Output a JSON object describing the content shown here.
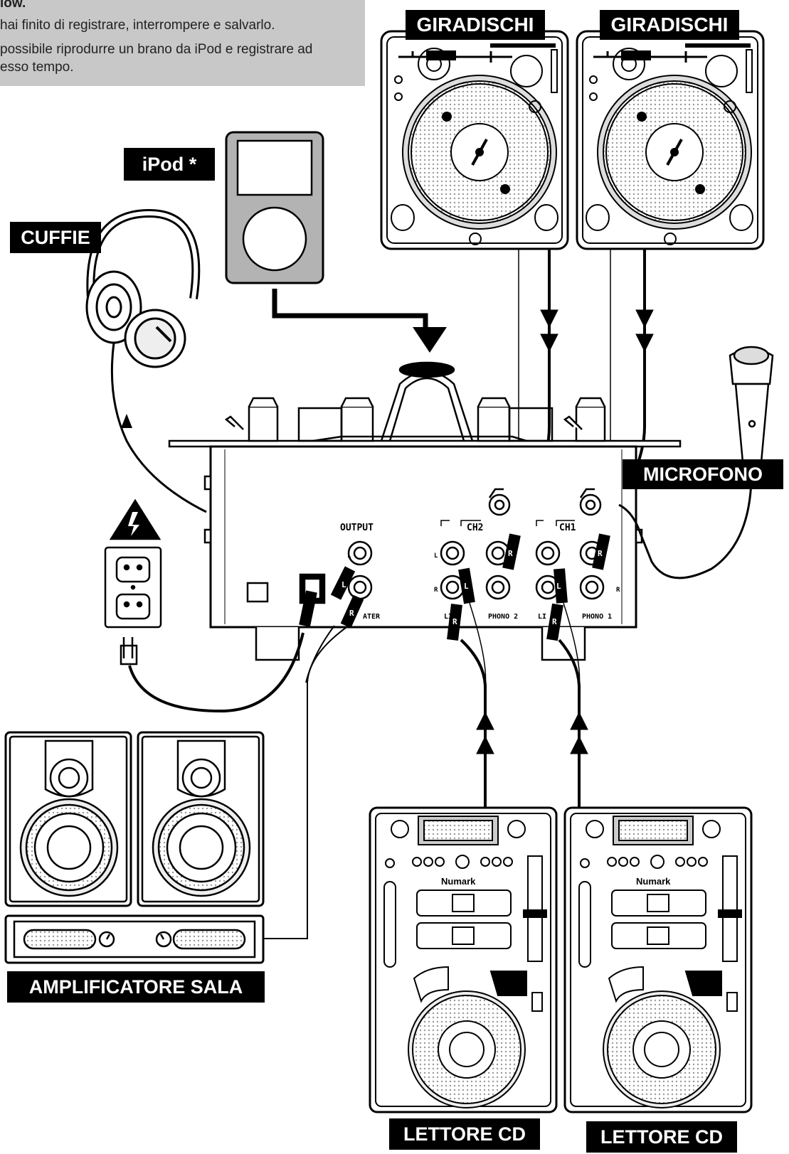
{
  "note": {
    "lines": [
      "low.",
      "hai finito di registrare, interrompere e salvarlo.",
      "possibile riprodurre un brano da iPod e registrare ad",
      "esso tempo."
    ]
  },
  "labels": {
    "turntable_left": "GIRADISCHI",
    "turntable_right": "GIRADISCHI",
    "ipod": "iPod *",
    "headphones": "CUFFIE",
    "microphone": "MICROFONO",
    "amplifier": "AMPLIFICATORE SALA",
    "cd_left": "LETTORE CD",
    "cd_right": "LETTORE CD"
  },
  "mixer_panel": {
    "output": "OUTPUT",
    "ch2": "CH2",
    "ch1": "CH1",
    "phono2": "PHONO 2",
    "phono1": "PHONO 1",
    "master": "ATER",
    "line2": "LI",
    "line1": "LI",
    "l": "L",
    "r": "R"
  },
  "plugs": {
    "l": "L",
    "r": "R"
  },
  "cd_brand": "Numark",
  "colors": {
    "ink": "#000000",
    "note_bg": "#c8c8c8",
    "ipod_body": "#b3b3b3"
  }
}
